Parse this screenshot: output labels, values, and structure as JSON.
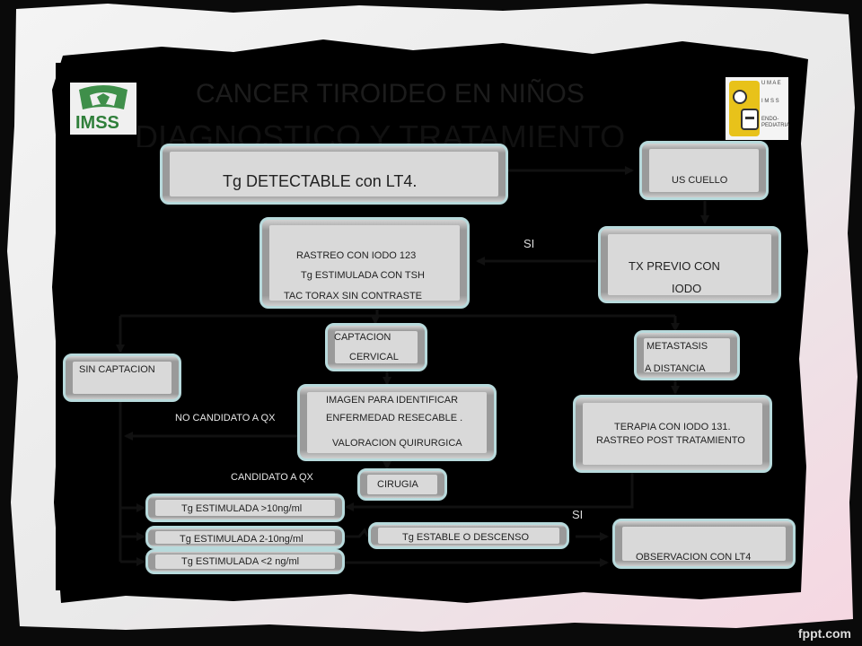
{
  "title": {
    "line1": "CANCER TIROIDEO EN NIÑOS",
    "line2": "DIAGNOSTICO Y TRATAMIENTO"
  },
  "logos": {
    "left": "IMSS",
    "right_top": "U M A E",
    "right_mid": "I M S S",
    "right_bottom": "ENDO-PEDIATRIA"
  },
  "nodes": {
    "tg_detectable": "Tg DETECTABLE con LT4.",
    "us_cuello": "US CUELLO",
    "tx_previo_1": "TX PREVIO CON",
    "tx_previo_2": "IODO",
    "rastreo_1": "RASTREO CON IODO 123",
    "rastreo_2": "Tg ESTIMULADA CON TSH",
    "rastreo_3": "TAC TORAX SIN CONTRASTE",
    "captacion_1": "CAPTACION",
    "captacion_2": "CERVICAL",
    "sin_captacion": "SIN   CAPTACION",
    "metastasis_1": "METASTASIS",
    "metastasis_2": "A DISTANCIA",
    "imagen_1": "IMAGEN PARA  IDENTIFICAR",
    "imagen_2": "ENFERMEDAD RESECABLE .",
    "imagen_3": "VALORACION QUIRURGICA",
    "terapia_1": "TERAPIA CON IODO 131.",
    "terapia_2": "RASTREO  POST TRATAMIENTO",
    "cirugia": "CIRUGIA",
    "tg_mayor": "Tg  ESTIMULADA >10ng/ml",
    "tg_medio": "Tg  ESTIMULADA 2-10ng/ml",
    "tg_menor": "Tg  ESTIMULADA <2 ng/ml",
    "tg_estable": "Tg  ESTABLE O DESCENSO",
    "observacion": "OBSERVACION CON LT4"
  },
  "edge_labels": {
    "si_1": "SI",
    "no_candidato": "NO CANDIDATO A QX",
    "candidato": "CANDIDATO A QX",
    "si_2": "SI"
  },
  "watermark": "fppt.com",
  "colors": {
    "box_border": "#b8dadc",
    "box_fill": "#d9d9d9",
    "arrow": "#111111",
    "slide_bg": "#000000"
  }
}
